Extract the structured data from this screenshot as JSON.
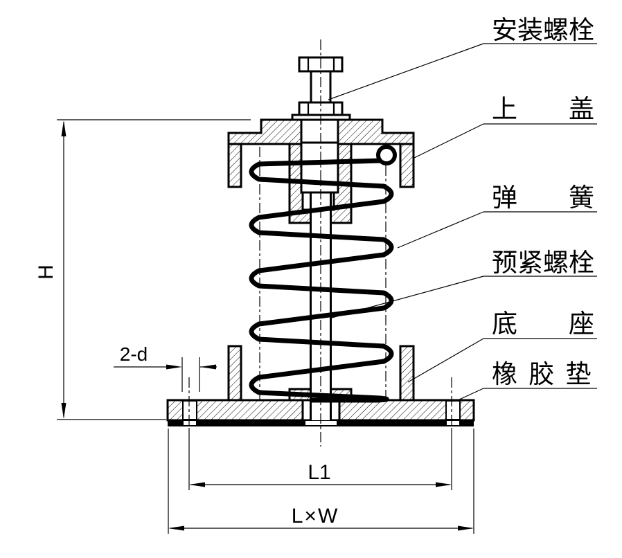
{
  "drawing": {
    "background": "#ffffff",
    "line_color": "#000000",
    "callouts": [
      {
        "id": "mounting-bolt",
        "text": "安装螺栓"
      },
      {
        "id": "top-cover",
        "text": "上　　盖"
      },
      {
        "id": "spring",
        "text": "弹　　簧"
      },
      {
        "id": "pretension-bolt",
        "text": "预紧螺栓"
      },
      {
        "id": "base",
        "text": "底　　座"
      },
      {
        "id": "rubber-pad",
        "text": "橡 胶 垫"
      }
    ],
    "dimensions": {
      "height": "H",
      "holes": "2-d",
      "inner_length": "L1",
      "base_size": "L×W"
    }
  }
}
